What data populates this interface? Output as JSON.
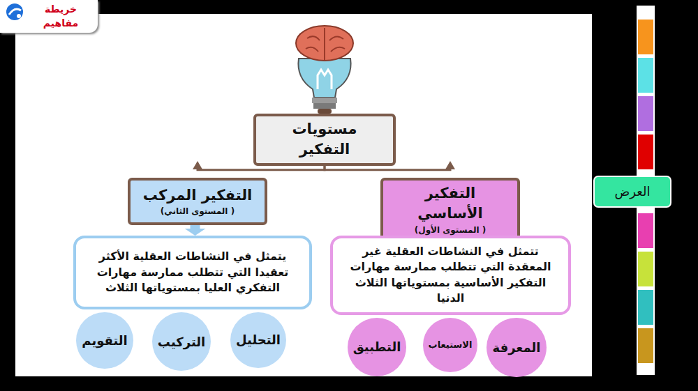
{
  "diagram": {
    "nodes": [
      {
        "text": [
          "خريطة مفاهيم"
        ]
      },
      {
        "text": [
          "مستويات التفكير"
        ]
      },
      {
        "text": [
          "التفكير الأساسي",
          "( المستوى الأول)"
        ]
      },
      {
        "text": [
          "التفكير المركب",
          "( المستوى الثاني)"
        ]
      },
      {
        "text": [
          "تتمثل في النشاطات العقلية غير المعقدة التي تتطلب ممارسة مهارات التفكير الأساسية بمستوياتها الثلاث الدنيا"
        ]
      },
      {
        "text": [
          "يتمثل في النشاطات العقلية الأكثر تعقيدا التي تتطلب ممارسة مهارات التفكري العليا بمستوياتها الثلاث"
        ]
      },
      {
        "text": [
          "المعرفة"
        ]
      },
      {
        "text": [
          "الاستيعاب"
        ]
      },
      {
        "text": [
          "التطبيق"
        ]
      },
      {
        "text": [
          "التحليل"
        ]
      },
      {
        "text": [
          "التركيب"
        ]
      },
      {
        "text": [
          "التقويم"
        ]
      },
      {
        "text": [
          "العرض"
        ]
      }
    ],
    "edges": [
      {
        "from": 1,
        "to": 2,
        "arrow": "to"
      },
      {
        "from": 1,
        "to": 3,
        "arrow": "to"
      },
      {
        "from": 2,
        "to": 4,
        "arrow": "to"
      },
      {
        "from": 3,
        "to": 5,
        "arrow": "to"
      }
    ]
  }
}
